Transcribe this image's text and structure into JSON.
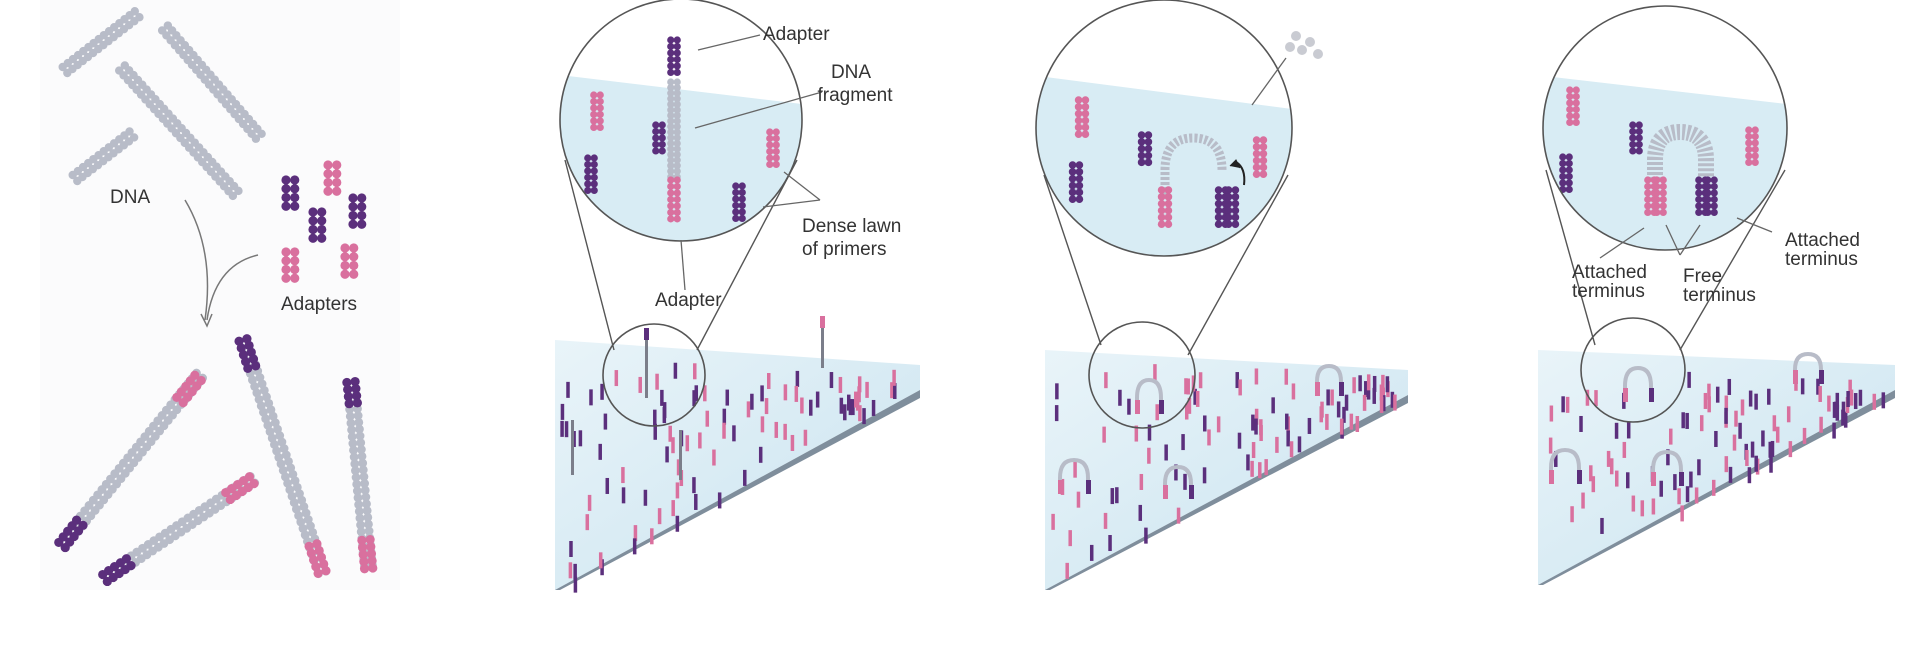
{
  "panels": [
    {
      "labels": {
        "dna": "DNA",
        "adapters": "Adapters"
      }
    },
    {
      "labels": {
        "adapter_top": "Adapter",
        "dna_fragment_1": "DNA",
        "dna_fragment_2": "fragment",
        "dense_lawn_1": "Dense lawn",
        "dense_lawn_2": "of primers",
        "adapter_bottom": "Adapter"
      }
    },
    {
      "labels": {}
    },
    {
      "labels": {
        "attached_left_1": "Attached",
        "attached_left_2": "terminus",
        "free_1": "Free",
        "free_2": "terminus",
        "attached_right_1": "Attached",
        "attached_right_2": "terminus"
      }
    }
  ],
  "colors": {
    "dna_strand": "#b8bcc8",
    "adapter_dark": "#5b2f7c",
    "adapter_pink": "#d9709e",
    "flow_cell": "#d5eaf3",
    "flow_cell_edge": "#8c9aa8",
    "outline": "#555555"
  }
}
